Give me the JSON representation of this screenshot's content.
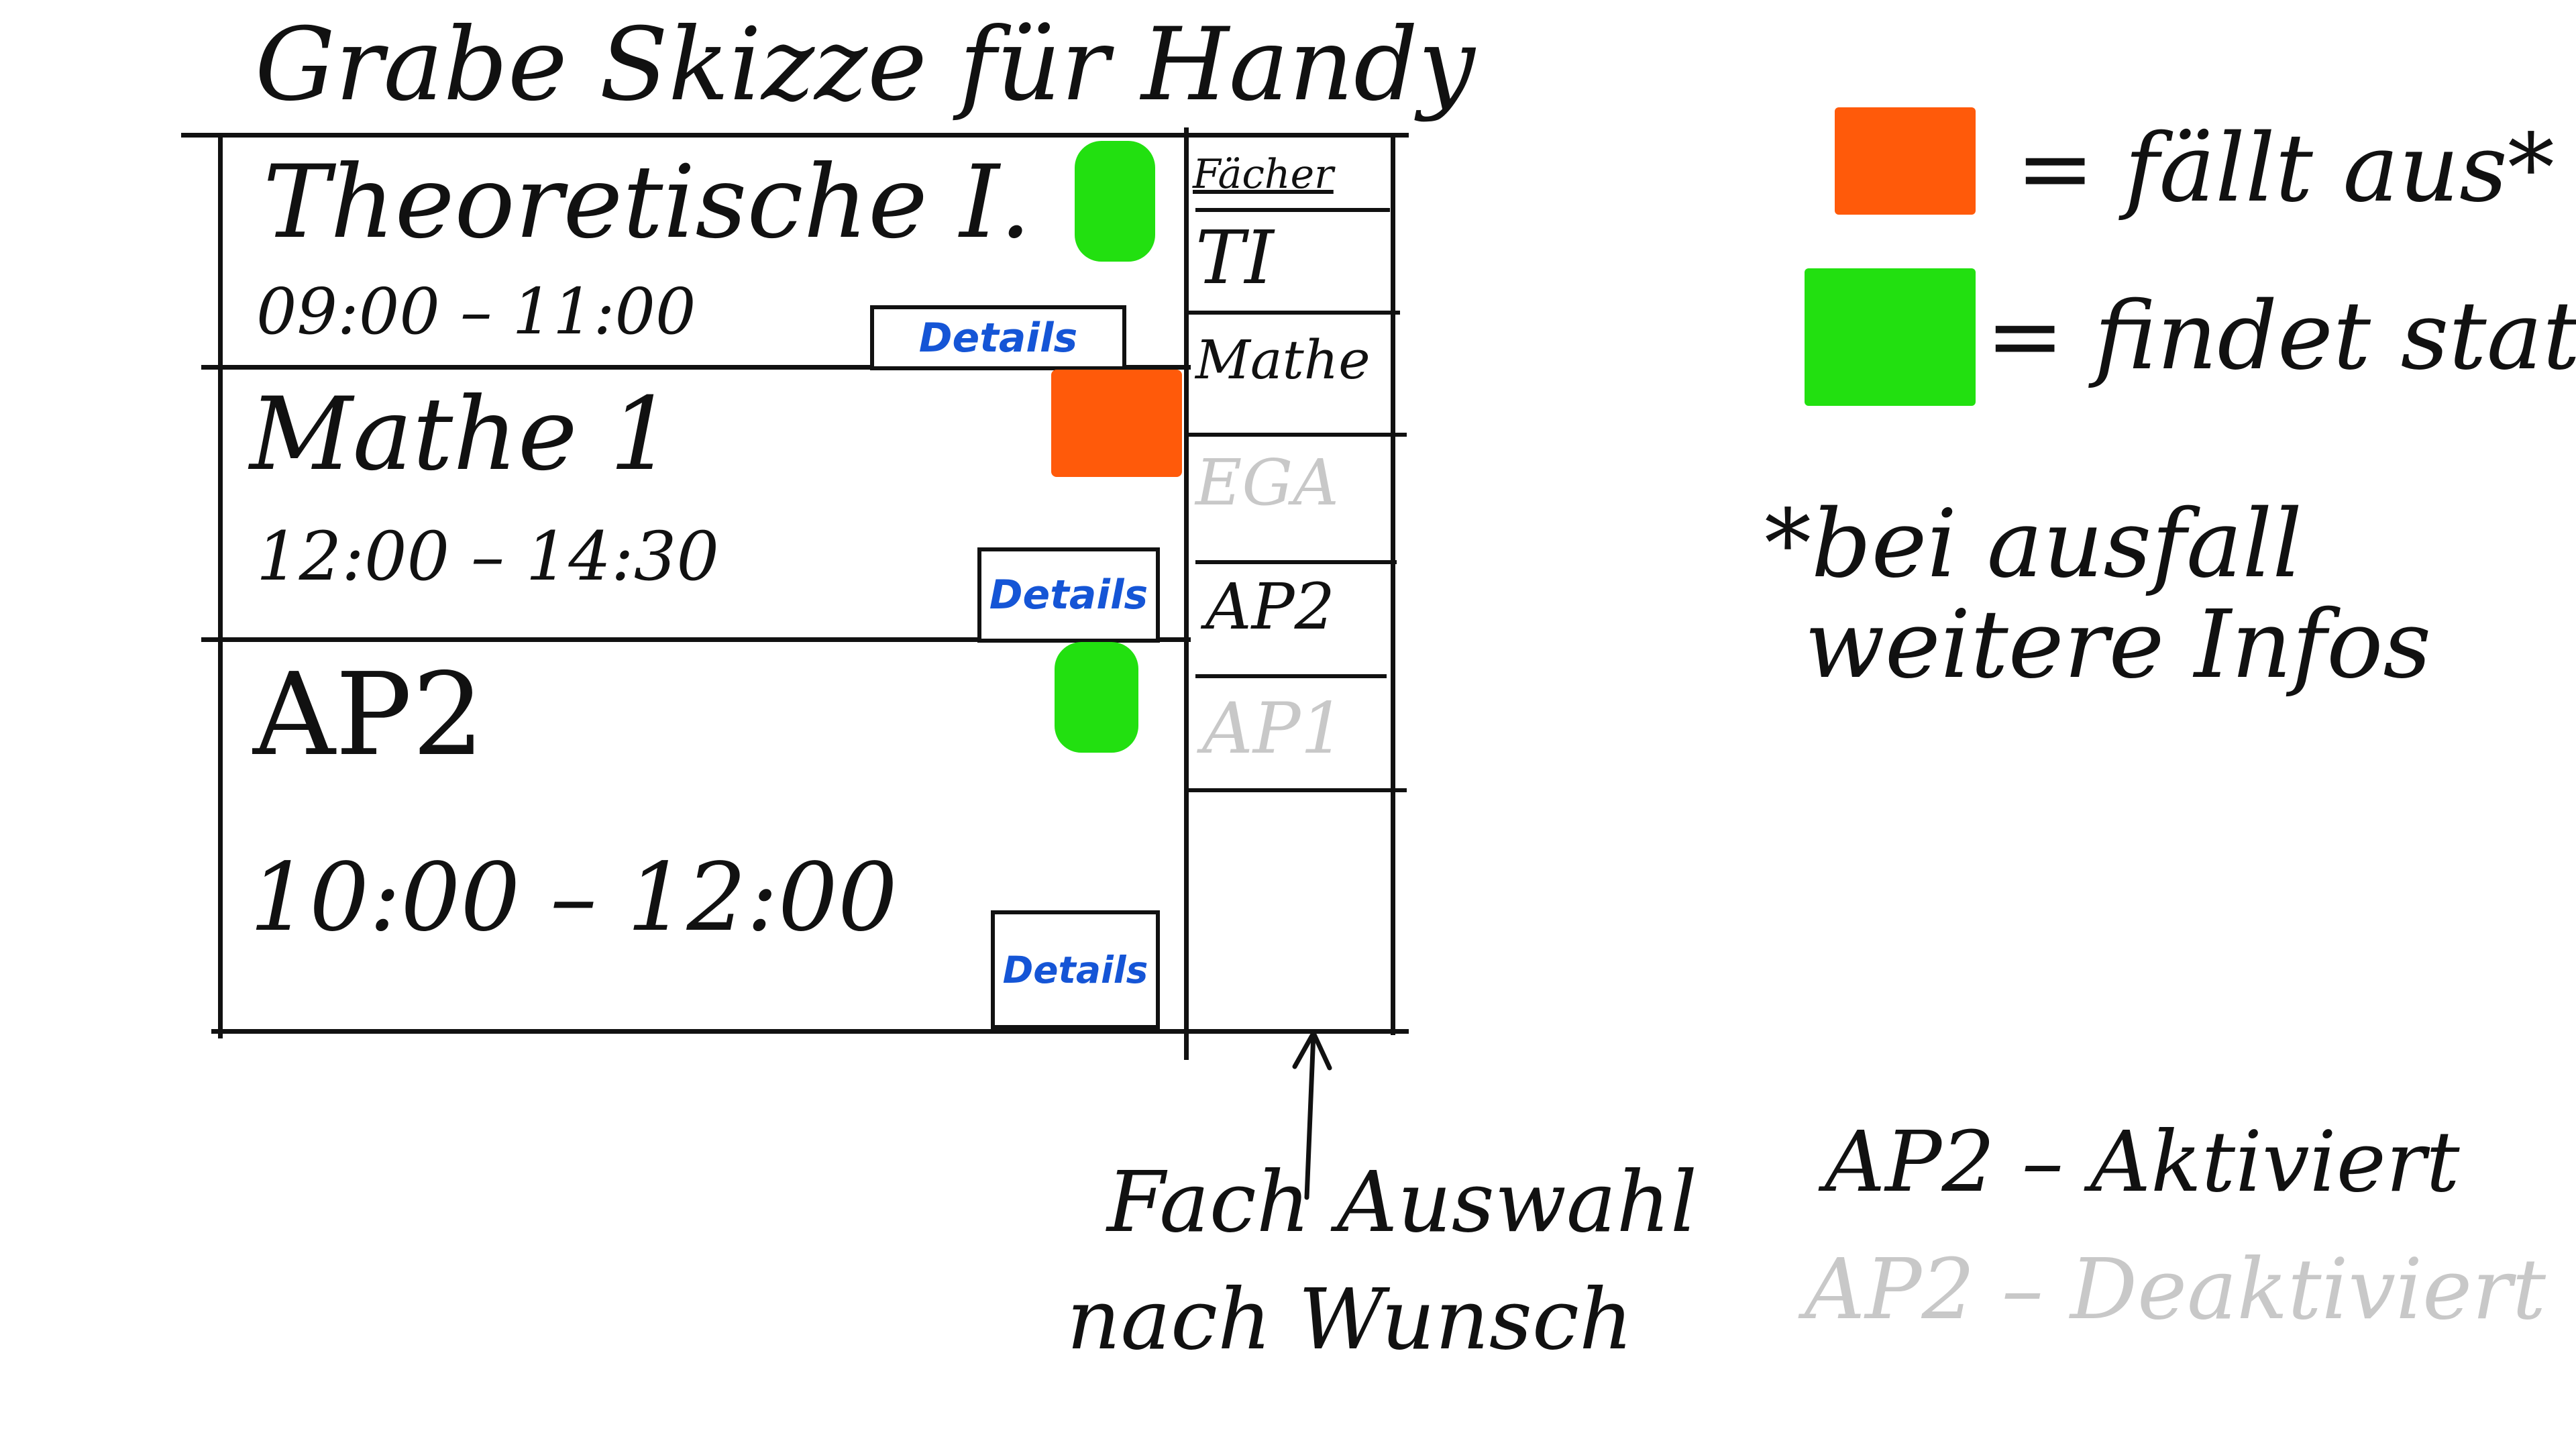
{
  "title": "Grabe Skizze für Handy",
  "colors": {
    "ok": "#22e010",
    "cancel": "#ff5a0a",
    "details": "#1555d6",
    "inactive": "#c8c8c8"
  },
  "schedule": [
    {
      "name": "Theoretische I.",
      "time": "09:00 – 11:00",
      "status": "ok",
      "details_label": "Details"
    },
    {
      "name": "Mathe 1",
      "time": "12:00 – 14:30",
      "status": "cancel",
      "details_label": "Details"
    },
    {
      "name": "AP2",
      "time": "10:00 – 12:00",
      "status": "ok",
      "details_label": "Details"
    }
  ],
  "subjects": {
    "header": "Fächer",
    "items": [
      {
        "label": "TI",
        "active": true
      },
      {
        "label": "Mathe",
        "active": true
      },
      {
        "label": "EGA",
        "active": false
      },
      {
        "label": "AP2",
        "active": true
      },
      {
        "label": "AP1",
        "active": false
      }
    ]
  },
  "legend": {
    "cancel_text": "= fällt aus*",
    "ok_text": "= findet statt",
    "note_line1": "*bei ausfall",
    "note_line2": "weitere Infos"
  },
  "annotation": {
    "line1": "Fach Auswahl",
    "line2": "nach Wunsch"
  },
  "toggle_examples": {
    "active": "AP2 – Aktiviert",
    "inactive": "AP2 – Deaktiviert"
  }
}
